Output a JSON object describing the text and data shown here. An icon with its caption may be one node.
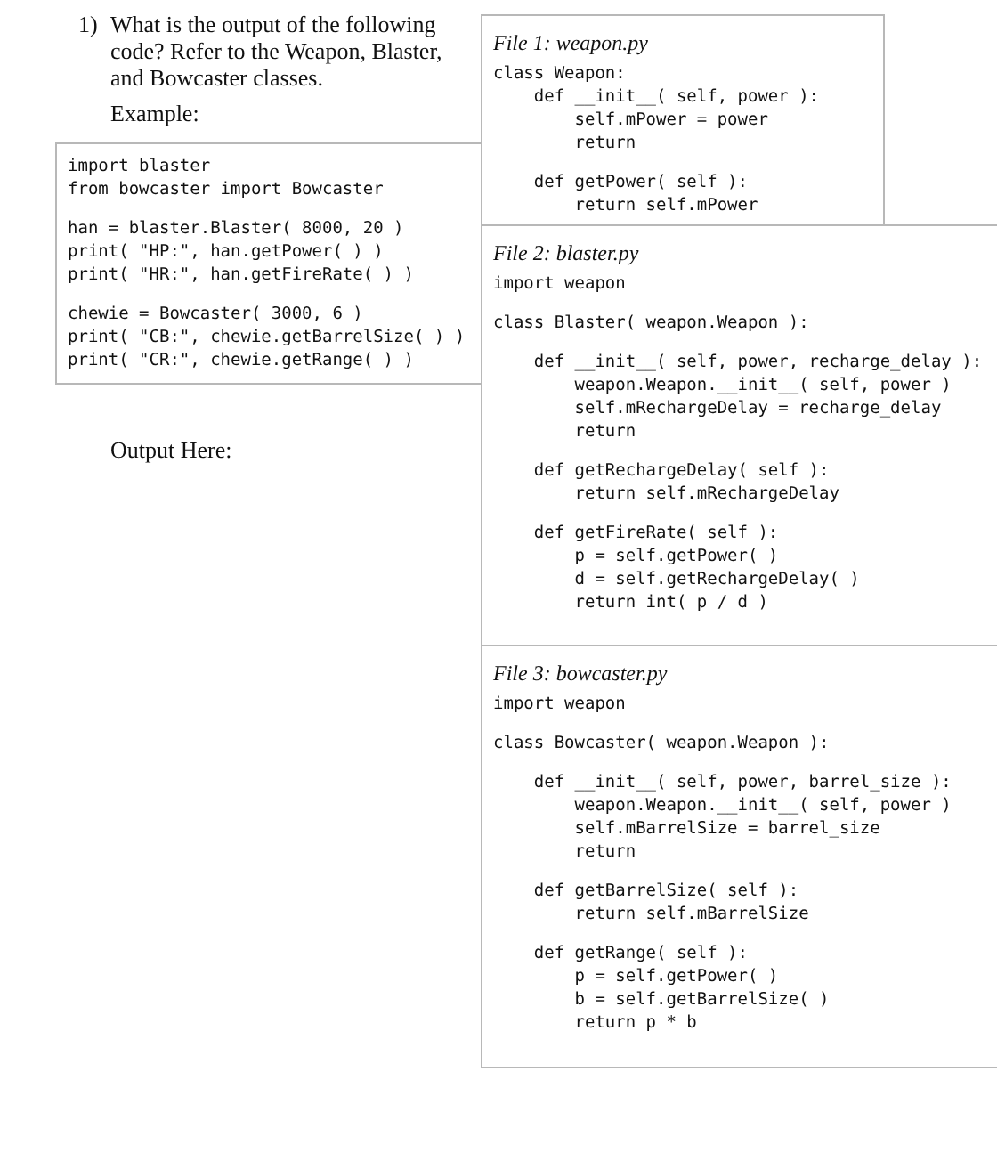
{
  "diagram": {
    "nodes": [
      {
        "text": [
          "import blaster",
          "from bowcaster import Bowcaster",
          "han = blaster.Blaster( 8000, 20 )",
          "print( \"HP:\", han.getPower( ) )",
          "print( \"HR:\", han.getFireRate( ) )",
          "chewie = Bowcaster( 3000, 6 )",
          "print( \"CB:\", chewie.getBarrelSize( ) )",
          "print( \"CR:\", chewie.getRange( ) )"
        ]
      },
      {
        "text": [
          "File 1: weapon.py",
          "class Weapon:",
          "    def __init__( self, power ):",
          "        self.mPower = power",
          "        return",
          "    def getPower( self ):",
          "        return self.mPower"
        ]
      },
      {
        "text": [
          "File 2: blaster.py",
          "import weapon",
          "class Blaster( weapon.Weapon ):",
          "    def __init__( self, power, recharge_delay ):",
          "        weapon.Weapon.__init__( self, power )",
          "        self.mRechargeDelay = recharge_delay",
          "        return",
          "    def getRechargeDelay( self ):",
          "        return self.mRechargeDelay",
          "    def getFireRate( self ):",
          "        p = self.getPower( )",
          "        d = self.getRechargeDelay( )",
          "        return int( p / d )"
        ]
      },
      {
        "text": [
          "File 3: bowcaster.py",
          "import weapon",
          "class Bowcaster( weapon.Weapon ):",
          "    def __init__( self, power, barrel_size ):",
          "        weapon.Weapon.__init__( self, power )",
          "        self.mBarrelSize = barrel_size",
          "        return",
          "    def getBarrelSize( self ):",
          "        return self.mBarrelSize",
          "    def getRange( self ):",
          "        p = self.getPower( )",
          "        b = self.getBarrelSize( )",
          "        return p * b"
        ]
      }
    ],
    "labels": [
      "1)",
      "What is the output of the following code? Refer to the Weapon, Blaster, and Bowcaster classes.",
      "Example:",
      "Output Here:"
    ]
  }
}
